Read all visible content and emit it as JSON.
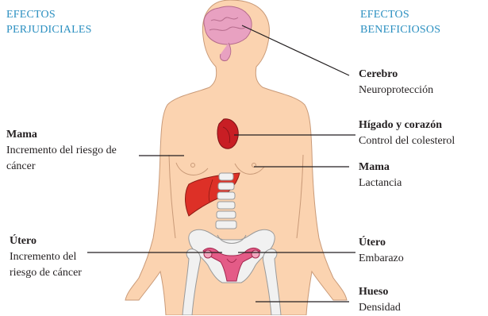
{
  "headings": {
    "left": "EFECTOS PERJUDICIALES",
    "right": "EFECTOS BENEFICIOSOS"
  },
  "left_labels": [
    {
      "title": "Mama",
      "text": "Incremento del riesgo de cáncer"
    },
    {
      "title": "Útero",
      "text": "Incremento del riesgo de cáncer"
    }
  ],
  "right_labels": [
    {
      "title": "Cerebro",
      "text": "Neuroprotección"
    },
    {
      "title": "Hígado y corazón",
      "text": "Control del colesterol"
    },
    {
      "title": "Mama",
      "text": "Lactancia"
    },
    {
      "title": "Útero",
      "text": "Embarazo"
    },
    {
      "title": "Hueso",
      "text": "Densidad"
    }
  ],
  "colors": {
    "heading": "#2a8fc0",
    "skin": "#fbd3b0",
    "skin_outline": "#c99a78",
    "brain": "#e8a1c1",
    "liver": "#dd3027",
    "heart": "#c81e24",
    "bone": "#f1f1f1",
    "uterus": "#e45b87",
    "leader": "#231f20"
  },
  "icons": {
    "figure": "female-body-icon",
    "brain": "brain-icon",
    "heart": "heart-icon",
    "liver": "liver-icon",
    "spine": "spine-icon",
    "pelvis": "pelvis-icon",
    "uterus": "uterus-icon",
    "femur": "femur-icon"
  }
}
